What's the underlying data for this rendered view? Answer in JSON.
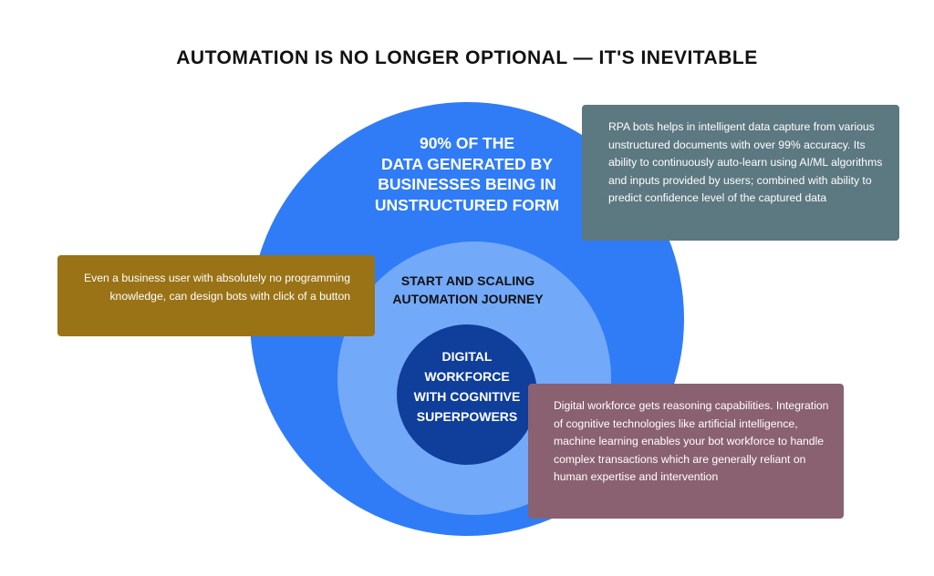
{
  "title": "AUTOMATION IS NO LONGER OPTIONAL — IT'S INEVITABLE",
  "circles": {
    "outer": {
      "label": "90% OF THE\nDATA GENERATED BY\nBUSINESSES BEING IN\nUNSTRUCTURED FORM",
      "color": "#2f7cf6"
    },
    "middle": {
      "label": "START AND SCALING\nAUTOMATION JOURNEY",
      "color": "#73a9f9"
    },
    "inner": {
      "label": "DIGITAL\nWORKFORCE\nWITH COGNITIVE\nSUPERPOWERS",
      "color": "#0f3e9b"
    }
  },
  "callouts": {
    "rpa": {
      "text": "RPA bots helps in intelligent data capture from various unstructured documents with over 99% accuracy. Its ability to continuously auto-learn using AI/ML algorithms and inputs provided by users; combined with ability to predict confidence level of the captured data",
      "color": "#5c7881"
    },
    "business": {
      "text": "Even a business user with absolutely no programming knowledge, can design bots with click of a button",
      "color": "#9a7316"
    },
    "digital": {
      "text": "Digital workforce gets reasoning capabilities. Integration of cognitive technologies like artificial intelligence, machine learning enables your bot workforce to handle complex transactions which are generally reliant on human expertise and intervention",
      "color": "#8a6170"
    }
  }
}
